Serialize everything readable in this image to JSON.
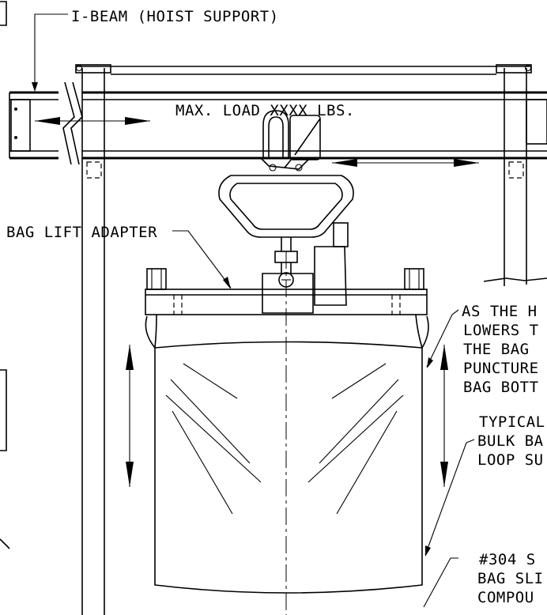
{
  "labels": {
    "ibeam": "I-BEAM (HOIST SUPPORT)",
    "max_load": "MAX. LOAD XXXX LBS.",
    "bag_lift_adapter": "BAG LIFT ADAPTER",
    "hoist_note": [
      "AS THE H",
      "LOWERS T",
      "THE BAG",
      "PUNCTURE",
      "BAG BOTT"
    ],
    "typical_note": [
      "TYPICAL",
      "BULK BA",
      "LOOP SU"
    ],
    "steel_note": [
      "#304 S",
      "BAG SLI",
      "COMPOU"
    ]
  }
}
